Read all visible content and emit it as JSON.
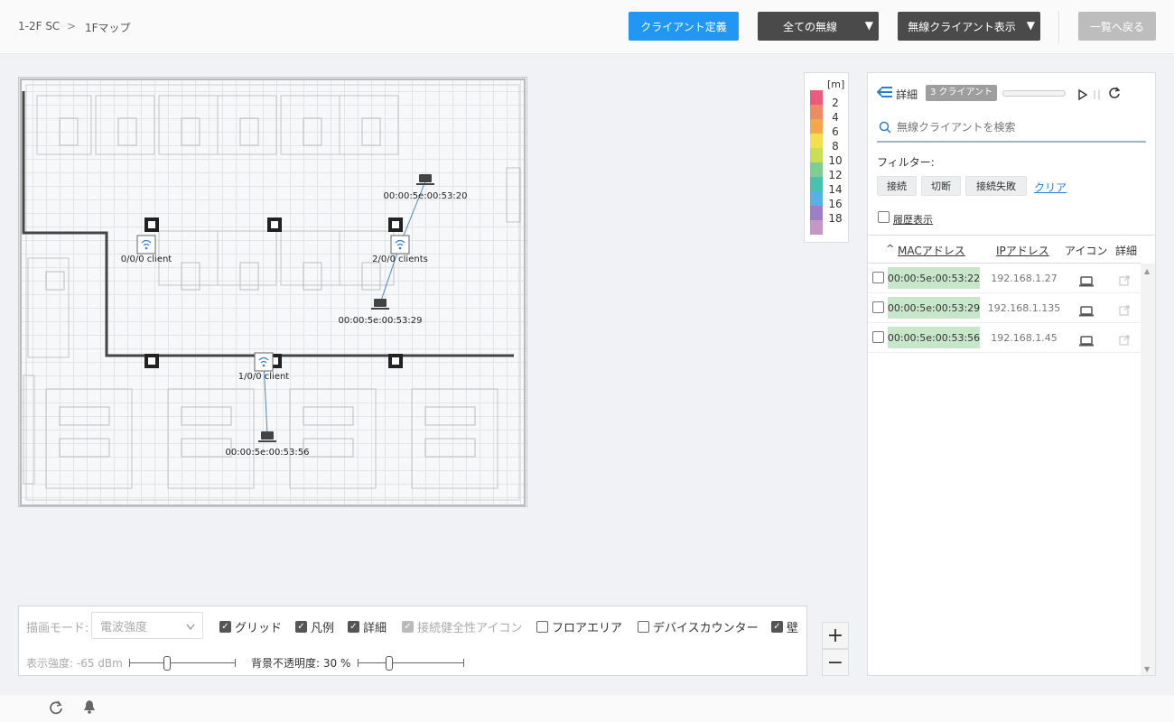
{
  "breadcrumb": {
    "first": "1-2F SC",
    "sep": ">",
    "second": "1Fマップ"
  },
  "header": {
    "client_def_label": "クライアント定義",
    "radio_filter_label": "全ての無線",
    "client_display_label": "無線クライアント表示",
    "back_label": "一覧へ戻る",
    "caret": "▼"
  },
  "map": {
    "aps": [
      {
        "label": "0/0/0 client"
      },
      {
        "label": "2/0/0 clients"
      },
      {
        "label": "1/0/0 client"
      }
    ],
    "clients": [
      {
        "label": "00:00:5e:00:53:20"
      },
      {
        "label": "00:00:5e:00:53:29"
      },
      {
        "label": "00:00:5e:00:53:56"
      }
    ]
  },
  "legend": {
    "unit": "[m]",
    "items": [
      {
        "value": "2",
        "color": "#ee5a7b"
      },
      {
        "value": "4",
        "color": "#f08a62"
      },
      {
        "value": "6",
        "color": "#f5a74a"
      },
      {
        "value": "8",
        "color": "#f4e04d"
      },
      {
        "value": "10",
        "color": "#c9de52"
      },
      {
        "value": "12",
        "color": "#7ccf91"
      },
      {
        "value": "14",
        "color": "#48c2b0"
      },
      {
        "value": "16",
        "color": "#56b2e6"
      },
      {
        "value": "18",
        "color": "#9d7fc8"
      },
      {
        "value": "",
        "color": "#c597c7"
      }
    ]
  },
  "panel": {
    "detail_label": "詳細",
    "client_count": "3 クライアント",
    "search_placeholder": "無線クライアントを検索",
    "filter_label": "フィルター:",
    "filters": [
      "接続",
      "切断",
      "接続失敗"
    ],
    "clear_label": "クリア",
    "history_label": "履歴表示",
    "columns": {
      "mac": "MACアドレス",
      "ip": "IPアドレス",
      "icon": "アイコン",
      "detail": "詳細"
    },
    "sort_indicator": "^",
    "rows": [
      {
        "mac": "00:00:5e:00:53:22",
        "ip": "192.168.1.27"
      },
      {
        "mac": "00:00:5e:00:53:29",
        "ip": "192.168.1.135"
      },
      {
        "mac": "00:00:5e:00:53:56",
        "ip": "192.168.1.45"
      }
    ]
  },
  "controls": {
    "draw_mode_label": "描画モード:",
    "draw_mode_value": "電波強度",
    "checks": [
      {
        "label": "グリッド",
        "checked": true
      },
      {
        "label": "凡例",
        "checked": true
      },
      {
        "label": "詳細",
        "checked": true
      },
      {
        "label": "接続健全性アイコン",
        "checked": true,
        "disabled": true
      },
      {
        "label": "フロアエリア",
        "checked": false
      },
      {
        "label": "デバイスカウンター",
        "checked": false
      },
      {
        "label": "壁",
        "checked": true
      }
    ],
    "strength_label": "表示強度: -65 dBm",
    "opacity_label": "背景不透明度: 30 %",
    "check_mark": "✓"
  },
  "zoom": {
    "in": "+",
    "out": "−"
  },
  "colors": {
    "accent": "#2196f3",
    "dark_button": "#4a4a4a",
    "mac_bg": "#c8e6c9"
  }
}
